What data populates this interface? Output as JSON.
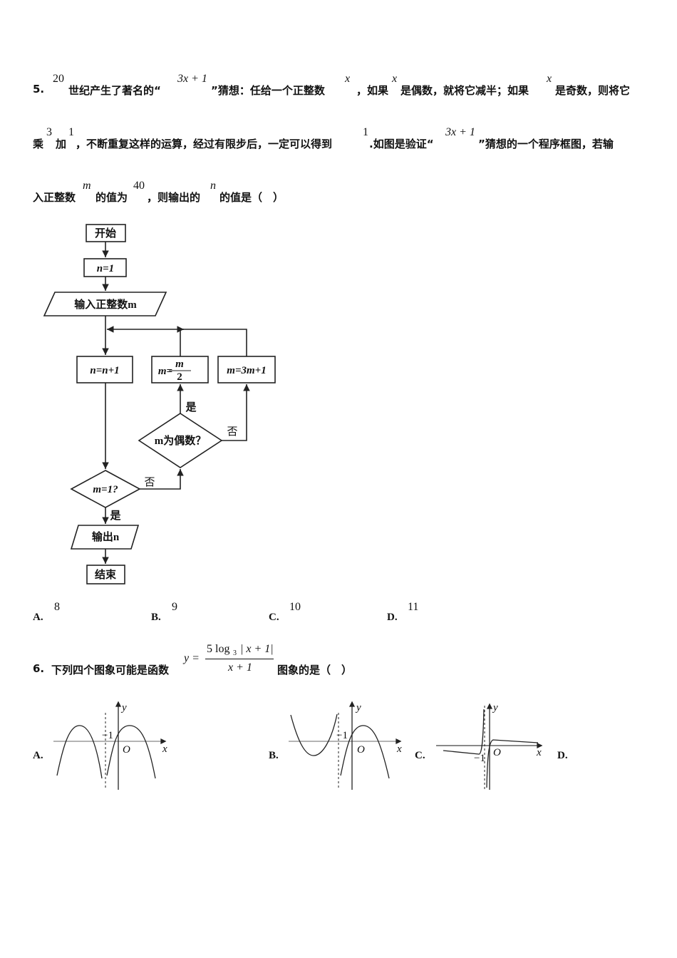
{
  "q5": {
    "number": "5.",
    "l1": {
      "a": "20",
      "b": "世纪产生了著名的“",
      "c": "3x + 1",
      "d": "”猜想：任给一个正整数",
      "e": "x",
      "f": "，如果",
      "g": "x",
      "h": "是偶数，就将它减半；如果",
      "i": "x",
      "j": "是奇数，则将它"
    },
    "l2": {
      "a": "乘",
      "b": "3",
      "c": "加",
      "d": "1",
      "e": "，不断重复这样的运算，经过有限步后，一定可以得到",
      "f": "1",
      "g": ".如图是验证“",
      "h": "3x + 1",
      "i": "”猜想的一个程序框图，若输"
    },
    "l3": {
      "a": "入正整数",
      "b": "m",
      "c": "的值为",
      "d": "40",
      "e": "，则输出的",
      "f": "n",
      "g": "的值是（　）"
    },
    "flowchart": {
      "start": "开始",
      "init": "n=1",
      "input": "输入正整数m",
      "inc": "n=n+1",
      "half_num": "m",
      "half_lhs": "m=",
      "half_den": "2",
      "triple": "m=3m+1",
      "even_q": "m为偶数？",
      "yes1": "是",
      "no1": "否",
      "one_q": "m=1?",
      "no2": "否",
      "yes2": "是",
      "output": "输出n",
      "end": "结束"
    },
    "options": [
      {
        "label": "A.",
        "value": "8"
      },
      {
        "label": "B.",
        "value": "9"
      },
      {
        "label": "C.",
        "value": "10"
      },
      {
        "label": "D.",
        "value": "11"
      }
    ]
  },
  "q6": {
    "number": "6.",
    "text": "下列四个图象可能是函数",
    "y": "y =",
    "num": "5 log",
    "sub": "3",
    "abs": "| x + 1|",
    "den": "x + 1",
    "tail": "图象的是（　）",
    "graphs": [
      {
        "label": "A.",
        "x": "x",
        "y": "y",
        "o": "O",
        "m1": "−1"
      },
      {
        "label": "B.",
        "x": "x",
        "y": "y",
        "o": "O",
        "m1": "−1"
      },
      {
        "label": "C.",
        "x": "x",
        "y": "y",
        "o": "O",
        "m1": "−1"
      },
      {
        "label": "D."
      }
    ]
  }
}
